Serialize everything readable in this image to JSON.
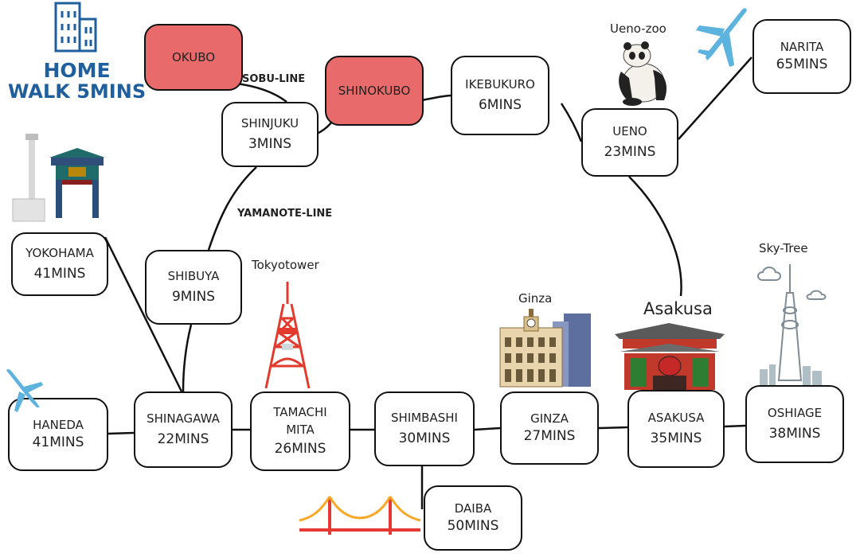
{
  "home": {
    "line1": "HOME",
    "line2": "WALK 5MINS"
  },
  "lines": {
    "sobu": "SOBU-LINE",
    "yamanote": "YAMANOTE-LINE"
  },
  "landmarks": {
    "ueno_zoo": "Ueno-zoo",
    "tokyotower": "Tokyotower",
    "ginza": "Ginza",
    "asakusa": "Asakusa",
    "sky_tree": "Sky-Tree"
  },
  "stations": {
    "okubo": {
      "name": "OKUBO"
    },
    "shinokubo": {
      "name": "SHINOKUBO"
    },
    "ikebukuro": {
      "name": "IKEBUKURO",
      "time": "6MINS"
    },
    "shinjuku": {
      "name": "SHINJUKU",
      "time": "3MINS"
    },
    "ueno": {
      "name": "UENO",
      "time": "23MINS"
    },
    "narita": {
      "name": "NARITA",
      "time": "65MINS"
    },
    "yokohama": {
      "name": "YOKOHAMA",
      "time": "41MINS"
    },
    "shibuya": {
      "name": "SHIBUYA",
      "time": "9MINS"
    },
    "haneda": {
      "name": "HANEDA",
      "time": "41MINS"
    },
    "shinagawa": {
      "name": "SHINAGAWA",
      "time": "22MINS"
    },
    "tamachi": {
      "name1": "TAMACHI",
      "name2": "MITA",
      "time": "26MINS"
    },
    "shimbashi": {
      "name": "SHIMBASHI",
      "time": "30MINS"
    },
    "ginza": {
      "name": "GINZA",
      "time": "27MINS"
    },
    "asakusa": {
      "name": "ASAKUSA",
      "time": "35MINS"
    },
    "oshiage": {
      "name": "OSHIAGE",
      "time": "38MINS"
    },
    "daiba": {
      "name": "DAIBA",
      "time": "50MINS"
    }
  },
  "colors": {
    "home_blue": "#1f5f9e",
    "highlight": "#e86a6a",
    "tower_red": "#e23b2e",
    "plane_blue": "#5bb3de"
  }
}
